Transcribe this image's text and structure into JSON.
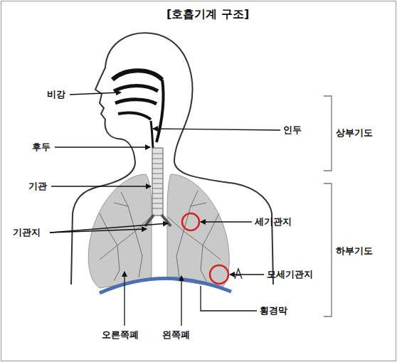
{
  "diagram": {
    "title": "[호흡기계 구조]",
    "labels": [
      "비강",
      "인두",
      "후두",
      "기관",
      "기관지",
      "세기관지",
      "모세기관지",
      "횡경막",
      "오른쪽폐",
      "왼쪽폐",
      "상부기도",
      "하부기도"
    ]
  }
}
